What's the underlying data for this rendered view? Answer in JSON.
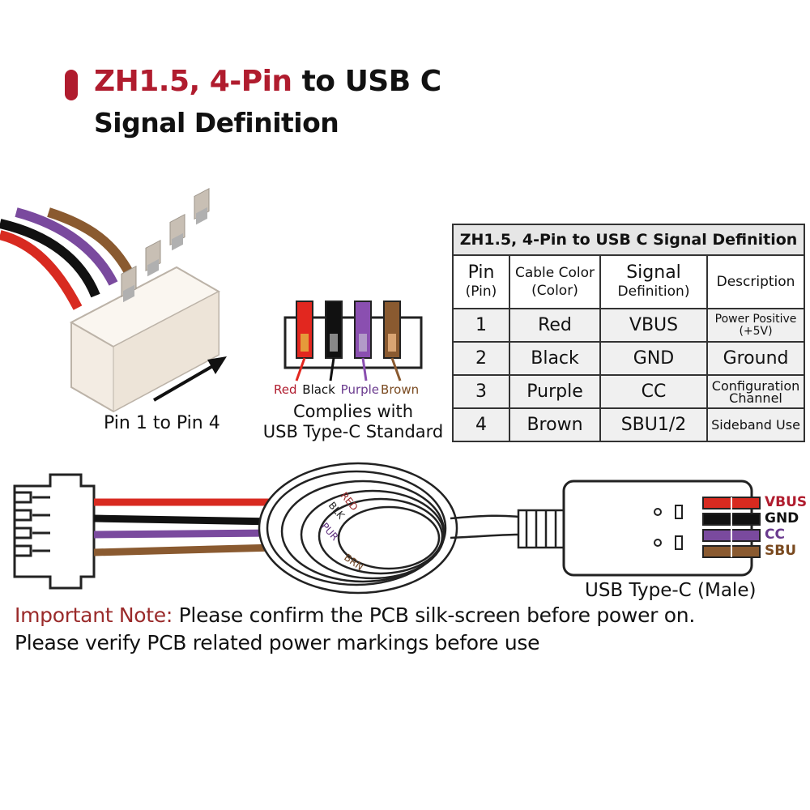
{
  "title": {
    "part1": "ZH1.5, 4-Pin",
    "part2": " to USB C",
    "line2": "Signal Definition"
  },
  "connector_caption": "Pin 1 to Pin 4",
  "color_labels": [
    "Red",
    "Black",
    "Purple",
    "Brown"
  ],
  "compliance": {
    "line1": "Complies with",
    "line2": "USB Type-C Standard"
  },
  "table": {
    "caption": "ZH1.5, 4-Pin to USB C Signal Definition",
    "headers": {
      "pin": "Pin",
      "pin_sub": "(Pin)",
      "color": "Cable Color",
      "color_sub": "(Color)",
      "signal": "Signal",
      "signal_sub": "Definition)",
      "description": "Description"
    },
    "rows": [
      {
        "pin": "1",
        "color": "Red",
        "signal": "VBUS",
        "desc1": "Power Positive",
        "desc2": "(+5V)"
      },
      {
        "pin": "2",
        "color": "Black",
        "signal": "GND",
        "desc1": "Ground",
        "desc2": ""
      },
      {
        "pin": "3",
        "color": "Purple",
        "signal": "CC",
        "desc1": "Configuration",
        "desc2": "Channel"
      },
      {
        "pin": "4",
        "color": "Brown",
        "signal": "SBU1/2",
        "desc1": "Sideband Use",
        "desc2": ""
      }
    ]
  },
  "coil_labels": [
    "RED",
    "BLK",
    "PUR",
    "BRN"
  ],
  "usb_caption": "USB Type-C (Male)",
  "signal_labels": [
    "VBUS",
    "GND",
    "CC",
    "SBU"
  ],
  "notes": {
    "label": "Important Note:",
    "line1": " Please confirm the PCB silk-screen before power on.",
    "line2": "Please verify PCB related power markings before use"
  },
  "colors": {
    "accent": "#b01c2e",
    "red": "#d82a20",
    "black": "#111111",
    "purple": "#7a4a9e",
    "brown": "#8a5a30"
  }
}
